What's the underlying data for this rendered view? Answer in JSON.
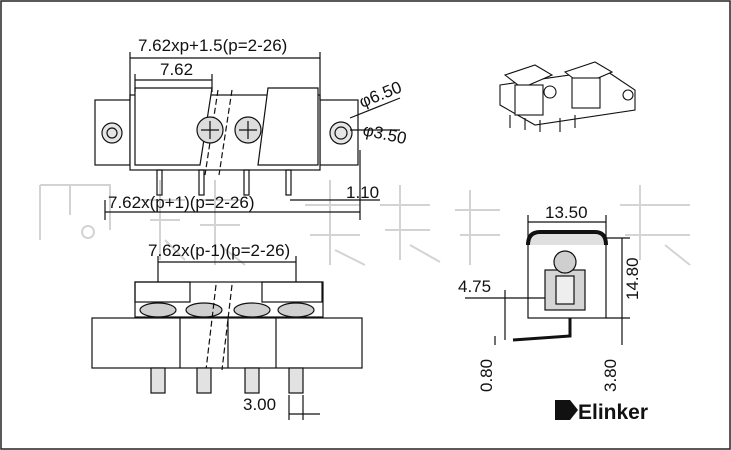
{
  "drawing": {
    "top_view": {
      "dim_total_width": "7.62xp+1.5(p=2-26)",
      "dim_pitch": "7.62",
      "dim_hole_outer": "φ6.50",
      "dim_hole_inner": "φ3.50",
      "dim_pin_span": "7.62x(p+1)(p=2-26)",
      "dim_pin_offset": "1.10"
    },
    "front_view": {
      "dim_span": "7.62x(p-1)(p=2-26)",
      "dim_pin_width": "3.00"
    },
    "side_view": {
      "dim_width": "13.50",
      "dim_height": "14.80",
      "dim_pin_inset": "4.75",
      "dim_pin_thickness": "0.80",
      "dim_pin_length": "3.80"
    },
    "brand": "Elinker",
    "watermark": "深圳市..."
  },
  "colors": {
    "line": "#111111",
    "body_fill": "#cfcfcf",
    "watermark": "#c9c9c9"
  }
}
